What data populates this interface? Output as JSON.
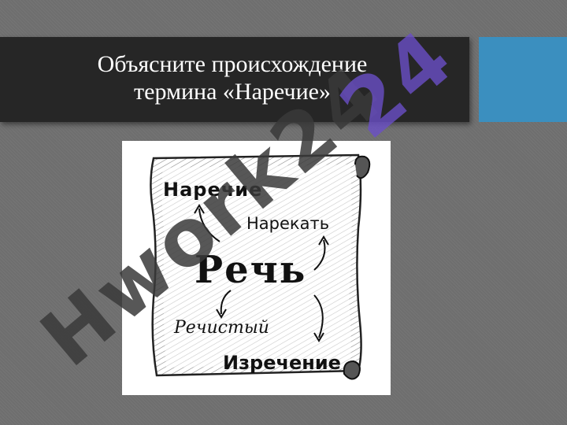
{
  "slide": {
    "title_line1": "Объясните происхождение",
    "title_line2": "термина «Наречие»"
  },
  "picture": {
    "words": {
      "top": "Наречие",
      "right": "Нарекать",
      "center": "Речь",
      "lower_left": "Речистый",
      "bottom": "Изречение"
    }
  },
  "watermark": {
    "text": "Hwork24",
    "accent_text": "24"
  },
  "colors": {
    "background": "#6e6e6e",
    "title_band": "#262626",
    "accent": "#3b8fbf",
    "watermark_violet": "#6a4fc7",
    "watermark_dark": "#3a3a3a"
  }
}
